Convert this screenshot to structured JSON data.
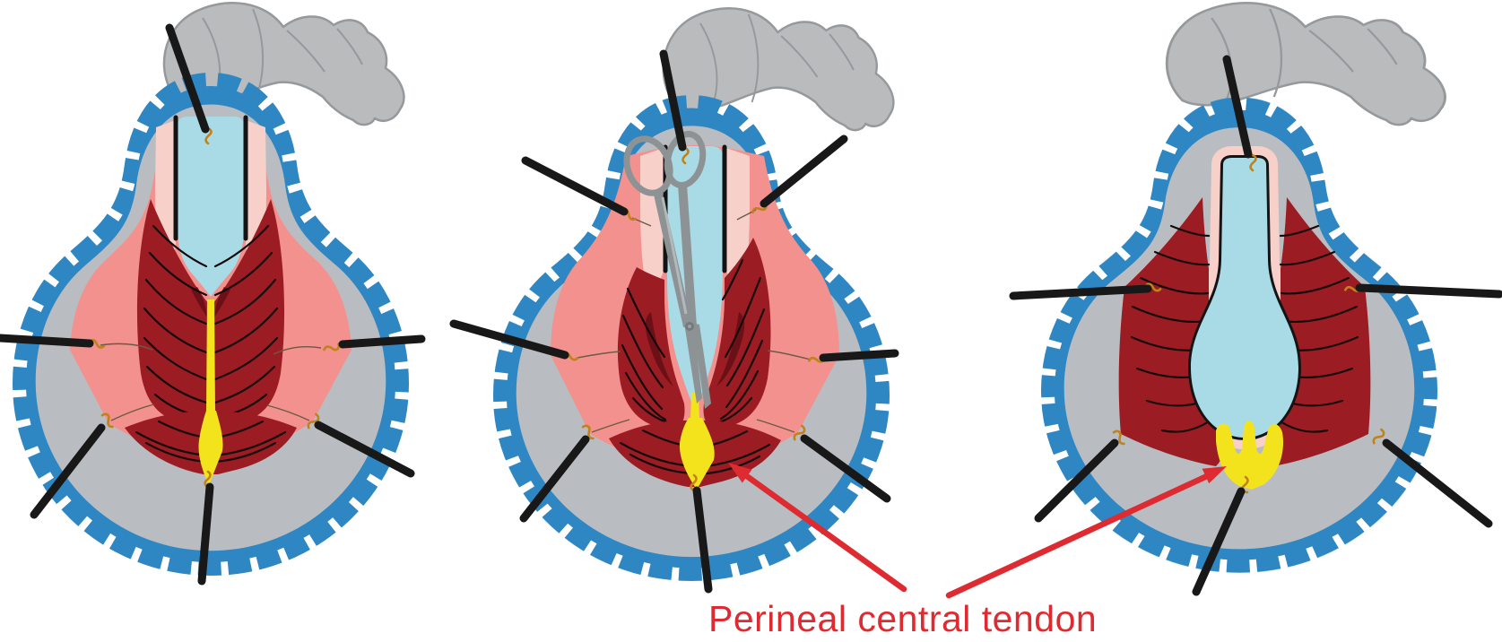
{
  "figure": {
    "annotation": {
      "label": "Perineal central tendon",
      "color": "#de2b31",
      "arrow_count": 2
    },
    "panels": [
      {
        "id": "step-1",
        "name": "perineal-muscles-exposed-intact"
      },
      {
        "id": "step-2",
        "name": "midline-division-with-scissors"
      },
      {
        "id": "step-3",
        "name": "muscles-retracted-central-tendon-divided"
      }
    ],
    "colors": {
      "blue": "#2e86c2",
      "ring": "#b9bdc1",
      "skin_pink": "#f2918d",
      "inner_pink": "#f8d0ca",
      "muscle": "#9c1c24",
      "muscle_dark": "#6b1016",
      "tendon_yellow": "#f3e31d",
      "canal_blue": "#a8dbe6",
      "pin_black": "#181818",
      "hook_orange": "#c08219",
      "limb_gray": "#b9bbbd",
      "limb_outline": "#96999c",
      "steel_gray": "#8d9295",
      "thread_brown": "#6b5a45",
      "arrow_red": "#de2b31"
    }
  }
}
